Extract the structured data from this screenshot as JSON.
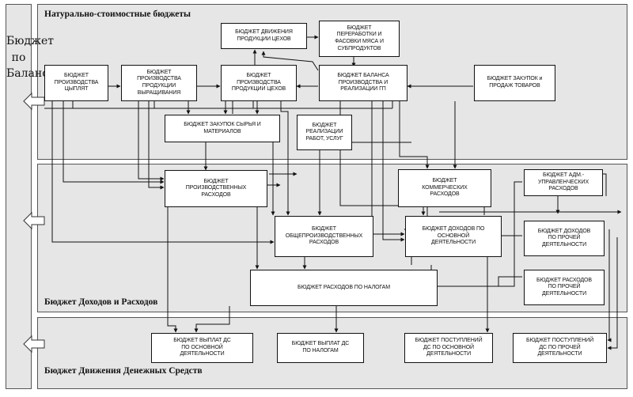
{
  "sidebar": {
    "label": "Бюджет\nпо\nБалансу"
  },
  "sections": {
    "top": "Натурально-стоимостные бюджеты",
    "middle": "Бюджет Доходов и Расходов",
    "bottom": "Бюджет Движения Денежных Средств"
  },
  "boxes": {
    "b1": "БЮДЖЕТ ДВИЖЕНИЯ\nПРОДУКЦИИ ЦЕХОВ",
    "b2": "БЮДЖЕТ\nПЕРЕРАБОТКИ И\nФАСОВКИ МЯСА И\nСУБПРОДУКТОВ",
    "b3": "БЮДЖЕТ\nПРОИЗВОДСТВА\nЦЫПЛЯТ",
    "b4": "БЮДЖЕТ\nПРОИЗВОДСТВА\nПРОДУКЦИИ\nВЫРАЩИВАНИЯ",
    "b5": "БЮДЖЕТ\nПРОИЗВОДСТВА\nПРОДУКЦИИ ЦЕХОВ",
    "b6": "БЮДЖЕТ БАЛАНСА\nПРОИЗВОДСТВА И\nРЕАЛИЗАЦИИ ГП",
    "b7": "БЮДЖЕТ ЗАКУПОК и\nПРОДАЖ ТОВАРОВ",
    "b8": "БЮДЖЕТ ЗАКУПОК СЫРЬЯ И\nМАТЕРИАЛОВ",
    "b9": "БЮДЖЕТ\nРЕАЛИЗАЦИИ\nРАБОТ, УСЛУГ",
    "b10": "БЮДЖЕТ\nПРОИЗВОДСТВЕННЫХ\nРАСХОДОВ",
    "b11": "БЮДЖЕТ\nКОММЕРЧЕСКИХ\nРАСХОДОВ",
    "b12": "БЮДЖЕТ АДМ.-\nУПРАВЛЕНЧЕСКИХ\nРАСХОДОВ",
    "b13": "БЮДЖЕТ\nОБЩЕПРОИЗВОДСТВЕННЫХ\nРАСХОДОВ",
    "b14": "БЮДЖЕТ ДОХОДОВ ПО\nОСНОВНОЙ\nДЕЯТЕЛЬНОСТИ",
    "b15": "БЮДЖЕТ ДОХОДОВ\nПО ПРОЧЕЙ\nДЕЯТЕЛЬНОСТИ",
    "b16": "БЮДЖЕТ РАСХОДОВ ПО НАЛОГАМ",
    "b17": "БЮДЖЕТ РАСХОДОВ\nПО ПРОЧЕЙ\nДЕЯТЕЛЬНОСТИ",
    "b18": "БЮДЖЕТ ВЫПЛАТ ДС\nПО ОСНОВНОЙ\nДЕЯТЕЛЬНОСТИ",
    "b19": "БЮДЖЕТ ВЫПЛАТ ДС\nПО НАЛОГАМ",
    "b20": "БЮДЖЕТ ПОСТУПЛЕНИЙ\nДС ПО ОСНОВНОЙ\nДЕЯТЕЛЬНОСТИ",
    "b21": "БЮДЖЕТ ПОСТУПЛЕНИЙ\nДС ПО ПРОЧЕЙ\nДЕЯТЕЛЬНОСТИ"
  }
}
